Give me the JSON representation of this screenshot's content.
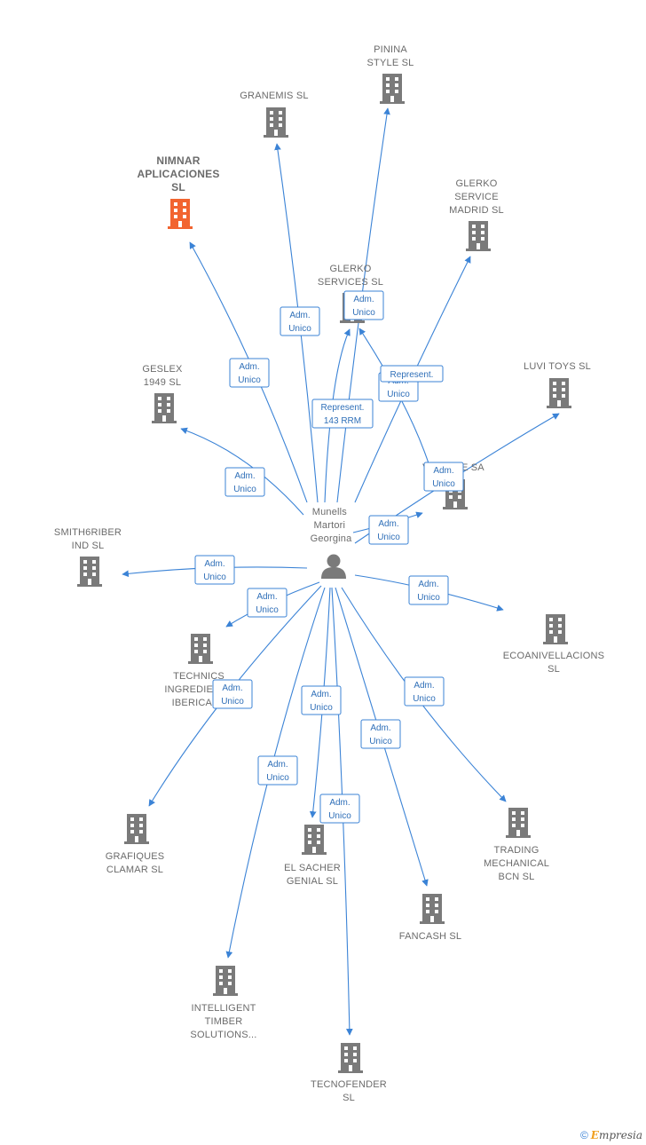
{
  "person": {
    "name_lines": [
      "Munells",
      "Martori",
      "Georgina"
    ]
  },
  "companies": [
    {
      "id": "pinina",
      "lines": [
        "PININA",
        "STYLE  SL"
      ]
    },
    {
      "id": "granemis",
      "lines": [
        "GRANEMIS  SL"
      ]
    },
    {
      "id": "nimnar",
      "lines": [
        "NIMNAR",
        "APLICACIONES",
        "SL"
      ],
      "highlight": true
    },
    {
      "id": "glerko-madrid",
      "lines": [
        "GLERKO",
        "SERVICE",
        "MADRID  SL"
      ]
    },
    {
      "id": "glerko-services",
      "lines": [
        "GLERKO",
        "SERVICES  SL"
      ]
    },
    {
      "id": "geslex",
      "lines": [
        "GESLEX",
        "1949  SL"
      ]
    },
    {
      "id": "luvi",
      "lines": [
        "LUVI TOYS  SL"
      ]
    },
    {
      "id": "valenbe",
      "lines": [
        "VALENBE SA"
      ]
    },
    {
      "id": "smith",
      "lines": [
        "SMITH6RIBER",
        "IND  SL"
      ]
    },
    {
      "id": "ecoanivellacions",
      "lines": [
        "ECOANIVELLACIONS",
        "SL"
      ]
    },
    {
      "id": "technics",
      "lines": [
        "TECHNICS",
        "INGREDIENTS",
        "IBERICA 10"
      ]
    },
    {
      "id": "grafiques",
      "lines": [
        "GRAFIQUES",
        "CLAMAR  SL"
      ]
    },
    {
      "id": "elsacher",
      "lines": [
        "EL SACHER",
        "GENIAL  SL"
      ]
    },
    {
      "id": "trading",
      "lines": [
        "TRADING",
        "MECHANICAL",
        "BCN  SL"
      ]
    },
    {
      "id": "fancash",
      "lines": [
        "FANCASH  SL"
      ]
    },
    {
      "id": "intelligent",
      "lines": [
        "INTELLIGENT",
        "TIMBER",
        "SOLUTIONS..."
      ]
    },
    {
      "id": "tecnofender",
      "lines": [
        "TECNOFENDER",
        "SL"
      ]
    }
  ],
  "edges": [
    {
      "to": "pinina",
      "label": [
        "Adm.",
        "Unico"
      ]
    },
    {
      "to": "granemis",
      "label": [
        "Adm.",
        "Unico"
      ]
    },
    {
      "to": "nimnar",
      "label": [
        "Adm.",
        "Unico"
      ]
    },
    {
      "to": "glerko-madrid",
      "label": [
        "Adm.",
        "Unico"
      ]
    },
    {
      "to": "glerko-services",
      "label": [
        "Represent.",
        "143 RRM"
      ]
    },
    {
      "to": "geslex",
      "label": [
        "Adm.",
        "Unico"
      ]
    },
    {
      "to": "luvi",
      "label": [
        "Adm.",
        "Unico"
      ]
    },
    {
      "to": "valenbe",
      "label": [
        "Adm.",
        "Unico"
      ]
    },
    {
      "to": "valenbe",
      "label": [
        "Represent."
      ]
    },
    {
      "to": "smith",
      "label": [
        "Adm.",
        "Unico"
      ]
    },
    {
      "to": "ecoanivellacions",
      "label": [
        "Adm.",
        "Unico"
      ]
    },
    {
      "to": "technics",
      "label": [
        "Adm.",
        "Unico"
      ]
    },
    {
      "to": "grafiques",
      "label": [
        "Adm.",
        "Unico"
      ]
    },
    {
      "to": "elsacher",
      "label": [
        "Adm.",
        "Unico"
      ]
    },
    {
      "to": "trading",
      "label": [
        "Adm.",
        "Unico"
      ]
    },
    {
      "to": "fancash",
      "label": [
        "Adm.",
        "Unico"
      ]
    },
    {
      "to": "intelligent",
      "label": [
        "Adm.",
        "Unico"
      ]
    },
    {
      "to": "tecnofender",
      "label": [
        "Adm.",
        "Unico"
      ]
    }
  ],
  "colors": {
    "edge": "#3b83d6",
    "building": "#7a7a7a",
    "highlight": "#f26430",
    "person": "#7a7a7a"
  },
  "brand": {
    "copyright": "©",
    "name_first": "E",
    "name_rest": "mpresia"
  }
}
